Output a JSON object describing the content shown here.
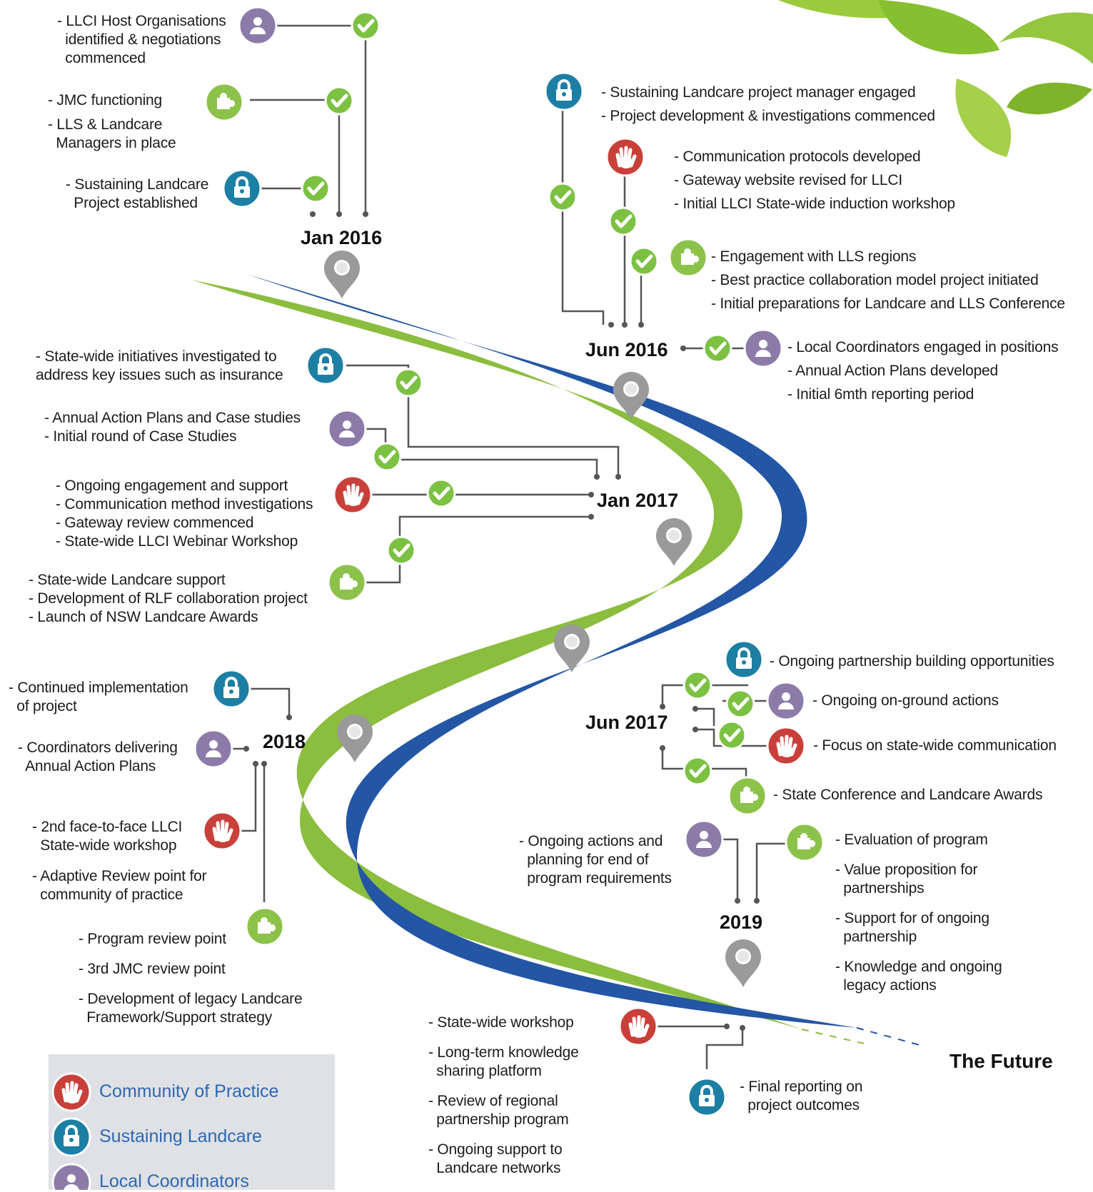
{
  "colors": {
    "community_of_practice": "#c9403a",
    "sustaining_landcare": "#1d7fa3",
    "local_coordinators": "#8c7ba9",
    "partnerships": "#8dc24a",
    "check": "#7cc142",
    "ribbon_blue": "#2356a4",
    "ribbon_green": "#8bbd3e",
    "pin": "#9a9a9a"
  },
  "icons": {
    "community_of_practice": "hand-icon",
    "sustaining_landcare": "lock-icon",
    "local_coordinators": "person-icon",
    "partnerships": "puzzle-icon",
    "milestone": "map-pin-icon",
    "completed": "checkmark-icon"
  },
  "milestones": {
    "jan_2016": "Jan 2016",
    "jun_2016": "Jun 2016",
    "jan_2017": "Jan 2017",
    "jun_2017": "Jun 2017",
    "y2018": "2018",
    "y2019": "2019",
    "future": "The Future"
  },
  "jan_2016": {
    "host_orgs": [
      "- LLCI Host Organisations",
      "  identified & negotiations",
      "  commenced"
    ],
    "jmc": [
      "- JMC functioning",
      "- LLS & Landcare",
      "  Managers in place"
    ],
    "project": [
      "- Sustaining Landcare",
      "  Project established"
    ]
  },
  "jun_2016": {
    "sustaining": [
      "- Sustaining Landcare project manager engaged",
      "- Project development & investigations commenced"
    ],
    "community": [
      "- Communication protocols developed",
      "- Gateway website revised for LLCI",
      "- Initial LLCI State-wide induction workshop"
    ],
    "partnerships": [
      "- Engagement with LLS regions",
      "- Best practice collaboration model project initiated",
      "- Initial preparations for Landcare and LLS Conference"
    ],
    "coordinators": [
      "- Local Coordinators engaged in positions",
      "- Annual Action Plans developed",
      "- Initial 6mth reporting period"
    ]
  },
  "jan_2017": {
    "sustaining": [
      "- State-wide initiatives investigated to",
      "address key issues such as insurance"
    ],
    "coordinators": [
      "- Annual Action Plans and Case studies",
      "- Initial round of Case Studies"
    ],
    "community": [
      "- Ongoing engagement and support",
      "- Communication method investigations",
      "- Gateway review commenced",
      "- State-wide LLCI Webinar Workshop"
    ],
    "partnerships": [
      "- State-wide Landcare support",
      "- Development of RLF collaboration project",
      "- Launch of NSW Landcare Awards"
    ]
  },
  "jun_2017": {
    "sustaining": "- Ongoing partnership building opportunities",
    "coordinators": "- Ongoing on-ground actions",
    "community": "- Focus on state-wide communication",
    "partnerships": "- State Conference and Landcare Awards"
  },
  "y2018": {
    "sustaining": [
      "- Continued implementation",
      "  of project"
    ],
    "coordinators": [
      "- Coordinators delivering",
      "  Annual Action Plans"
    ],
    "community": [
      "- 2nd face-to-face LLCI",
      "  State-wide workshop"
    ],
    "adaptive": [
      "- Adaptive Review point for",
      "  community of practice"
    ],
    "partnerships": [
      "- Program review point",
      "- 3rd JMC review point",
      "- Development of legacy Landcare",
      "  Framework/Support strategy"
    ]
  },
  "y2019": {
    "coordinators": [
      "- Ongoing actions and",
      "  planning for end of",
      "  program requirements"
    ],
    "partnerships": [
      "- Evaluation of program",
      "- Value proposition for",
      "  partnerships",
      "- Support for of ongoing",
      "  partnership",
      "- Knowledge and ongoing",
      "  legacy actions"
    ]
  },
  "future": {
    "community": [
      "- State-wide workshop",
      "- Long-term knowledge",
      "  sharing platform",
      "- Review of regional",
      "  partnership program",
      "- Ongoing support to",
      "  Landcare networks"
    ],
    "sustaining": [
      "- Final reporting on",
      "  project outcomes"
    ]
  },
  "legend": {
    "community_of_practice": "Community of Practice",
    "sustaining_landcare": "Sustaining Landcare",
    "local_coordinators": "Local Coordinators"
  }
}
